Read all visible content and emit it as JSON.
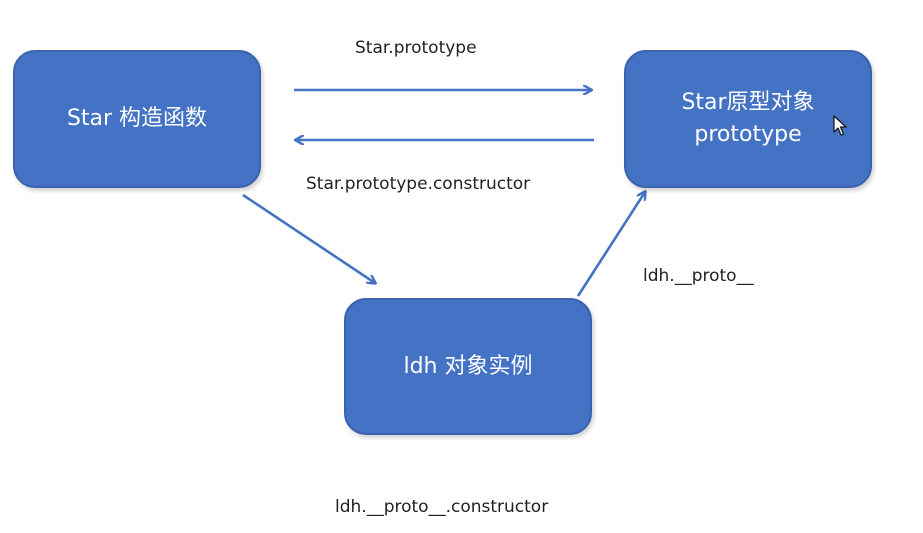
{
  "boxes": {
    "constructor": {
      "text": "Star 构造函数"
    },
    "prototype": {
      "line1": "Star原型对象",
      "line2": "prototype"
    },
    "instance": {
      "text": "ldh 对象实例"
    }
  },
  "edge_labels": {
    "star_prototype": "Star.prototype",
    "star_prototype_constructor": "Star.prototype.constructor",
    "ldh_proto": "ldh.__proto__",
    "ldh_proto_constructor": "ldh.__proto__.constructor"
  },
  "colors": {
    "box_fill": "#4472c4",
    "arrow": "#4472c4",
    "text": "#222222"
  },
  "icons": {
    "cursor": "mouse-pointer-icon"
  }
}
